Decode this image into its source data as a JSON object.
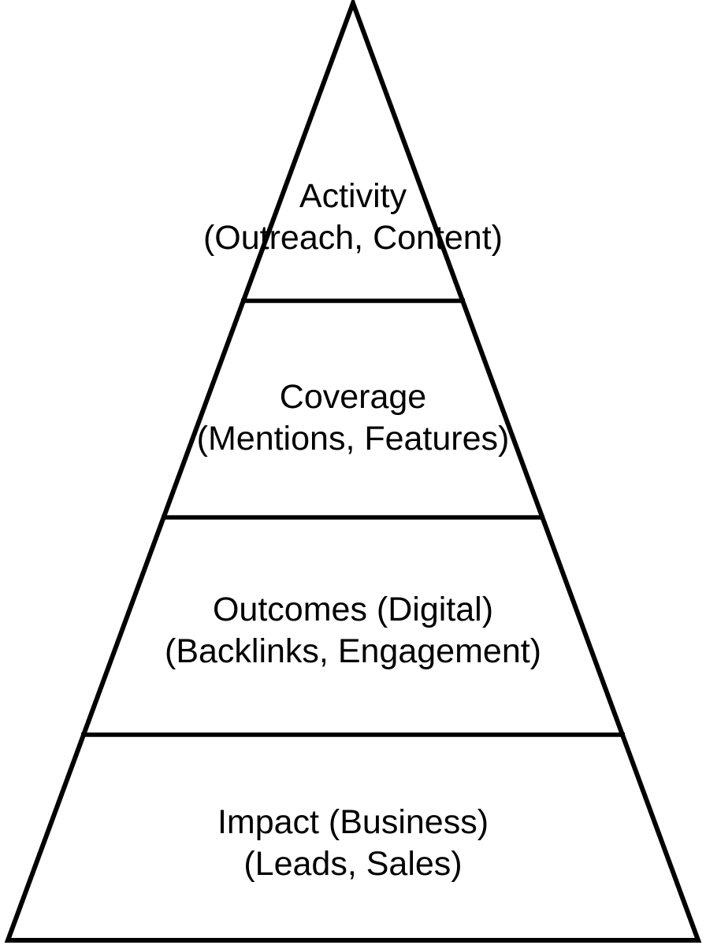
{
  "diagram": {
    "type": "pyramid",
    "orientation": "apex-top",
    "levels": [
      {
        "name": "activity",
        "label": "Activity",
        "sublabel": "(Outreach, Content)"
      },
      {
        "name": "coverage",
        "label": "Coverage",
        "sublabel": "(Mentions, Features)"
      },
      {
        "name": "outcomes",
        "label": "Outcomes (Digital)",
        "sublabel": "(Backlinks, Engagement)"
      },
      {
        "name": "impact",
        "label": "Impact (Business)",
        "sublabel": "(Leads, Sales)"
      }
    ],
    "colors": {
      "line": "#000000",
      "background": "#ffffff",
      "text": "#000000"
    }
  }
}
